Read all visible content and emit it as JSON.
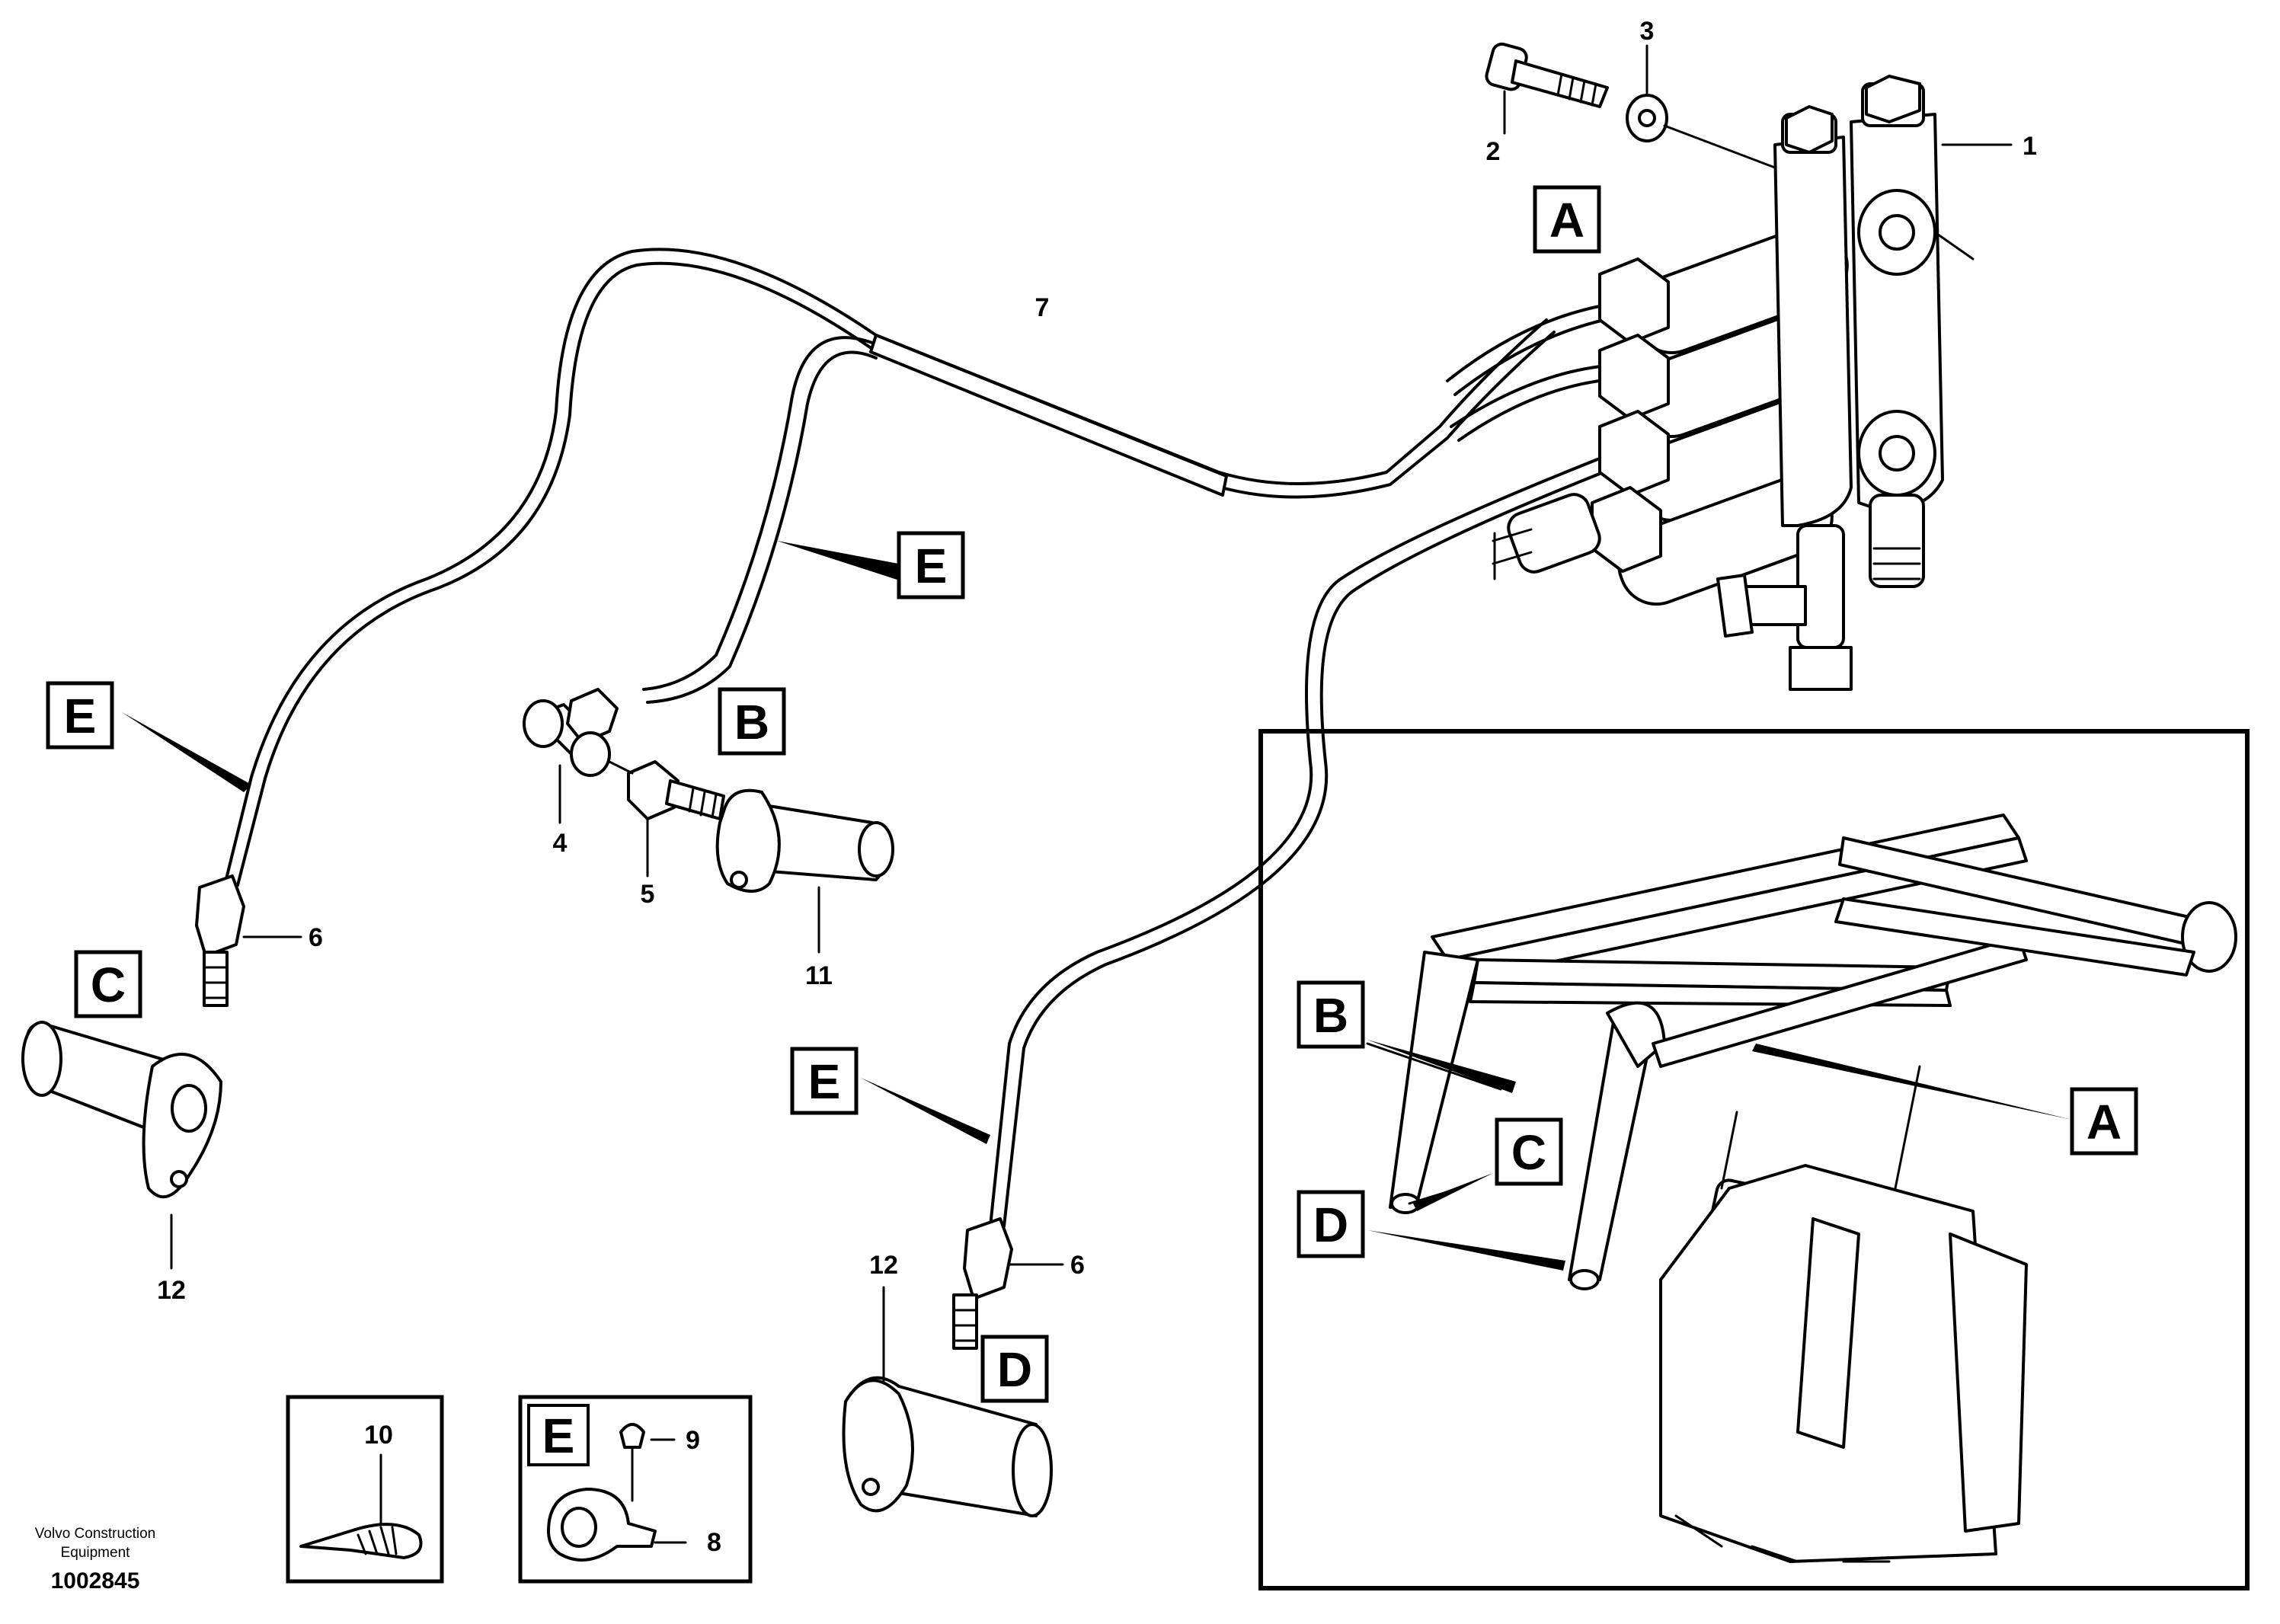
{
  "callouts": {
    "n1": "1",
    "n2": "2",
    "n3": "3",
    "n4": "4",
    "n5": "5",
    "n6a": "6",
    "n6b": "6",
    "n7": "7",
    "n8": "8",
    "n9": "9",
    "n10": "10",
    "n11": "11",
    "n12a": "12",
    "n12b": "12"
  },
  "boxes": {
    "A_top": "A",
    "E_mid": "E",
    "E_left": "E",
    "B_mid": "B",
    "C_left": "C",
    "E_lower": "E",
    "D_bottom": "D",
    "E_detail": "E"
  },
  "inset": {
    "B": "B",
    "C": "C",
    "D": "D",
    "A": "A"
  },
  "footer": {
    "company_line1": "Volvo Construction",
    "company_line2": "Equipment",
    "doc_number": "1002845"
  }
}
